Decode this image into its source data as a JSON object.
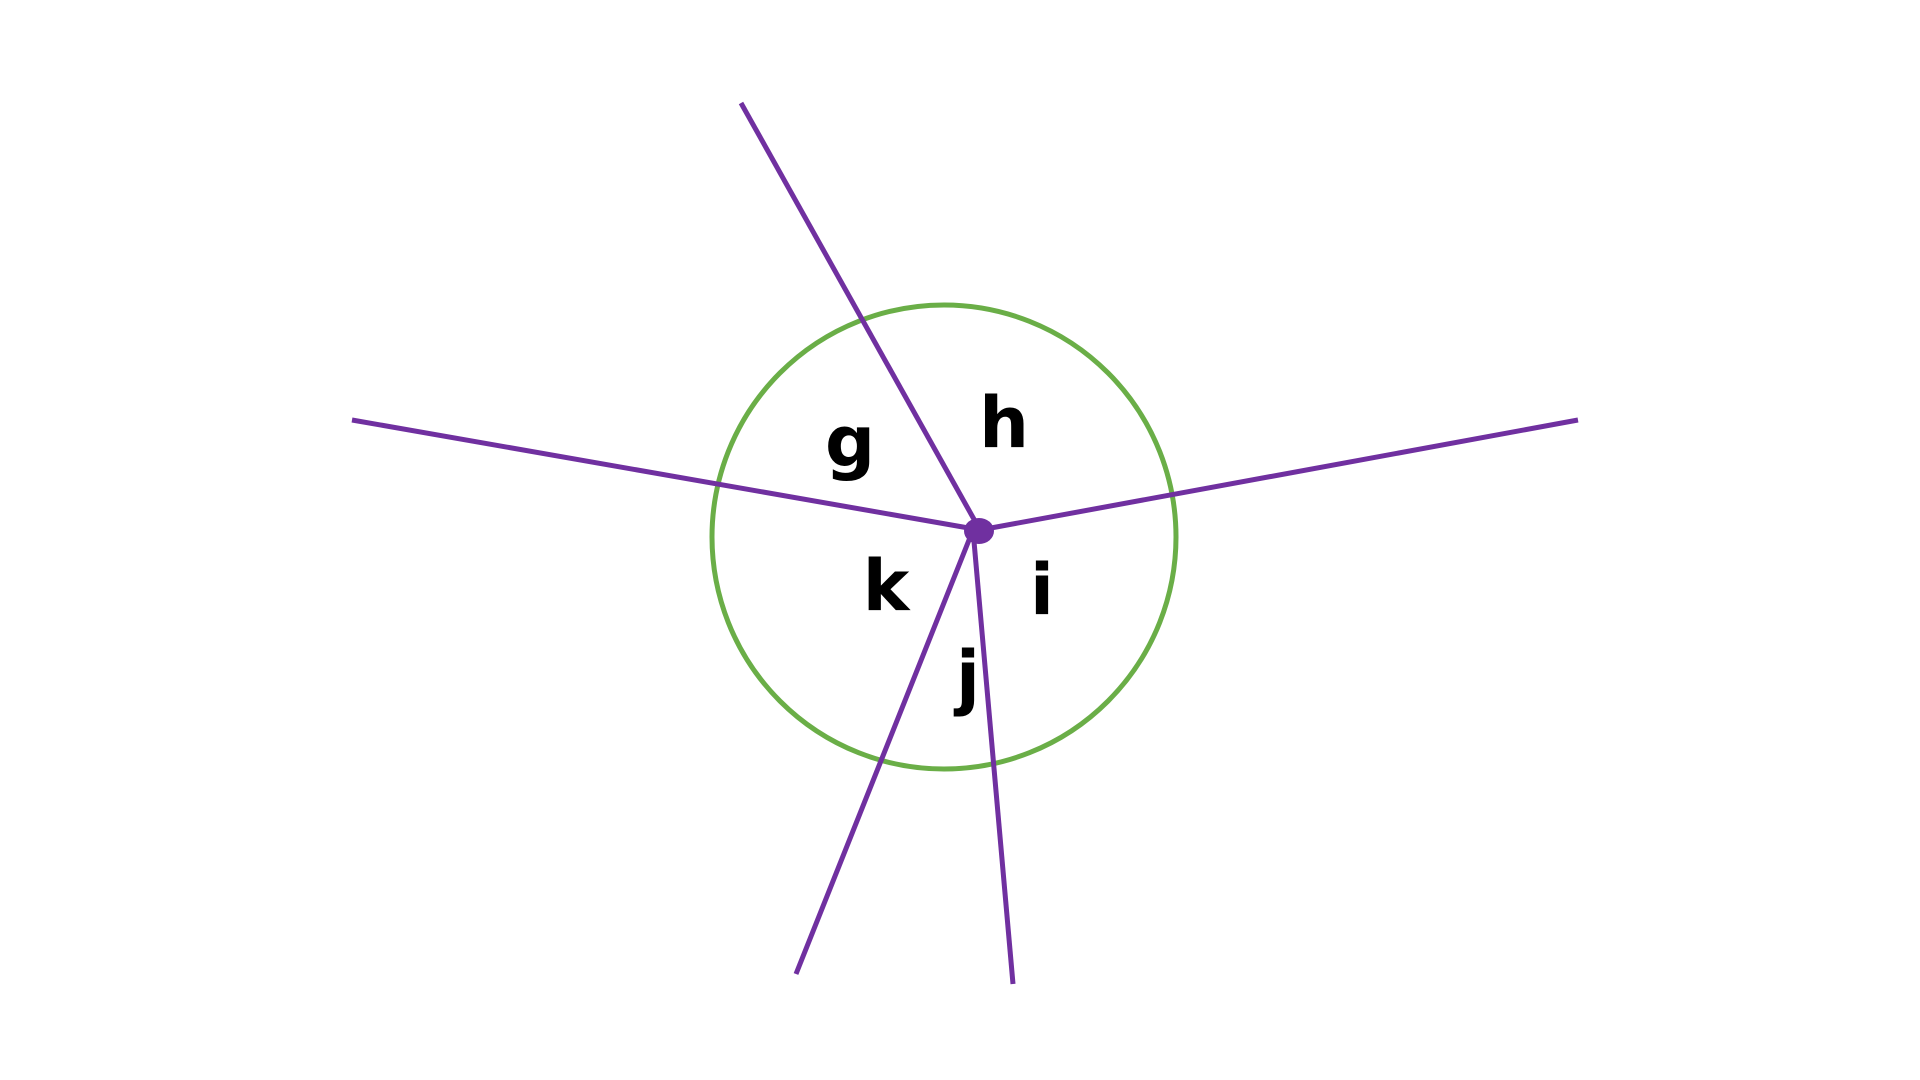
{
  "diagram": {
    "labels": {
      "g": "g",
      "h": "h",
      "i": "i",
      "j": "j",
      "k": "k"
    },
    "colors": {
      "circle": "#6AAE47",
      "rays": "#7030A0",
      "center_point": "#7030A0",
      "label_text": "#000000",
      "background": "#FFFFFF"
    },
    "elements": {
      "circle": "circle",
      "rays_count": 5,
      "center_point": "dot"
    }
  }
}
